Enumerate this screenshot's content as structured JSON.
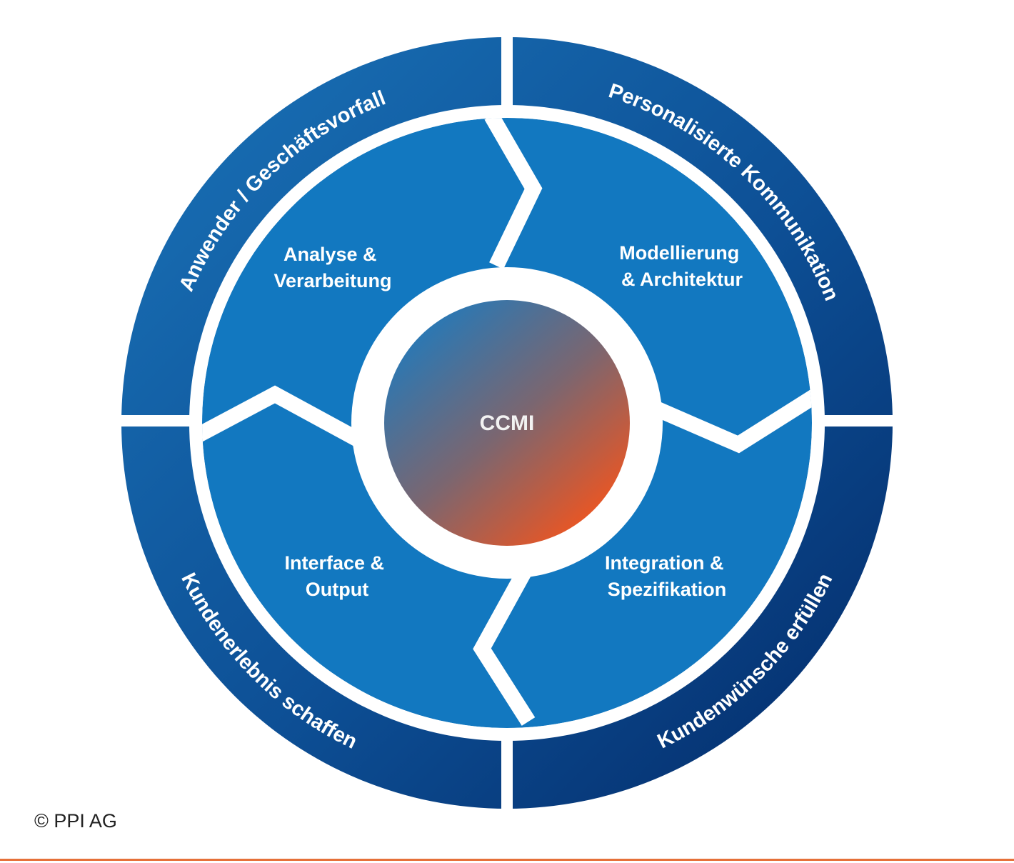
{
  "center": {
    "label": "CCMI"
  },
  "inner_segments": {
    "top_left": {
      "line1": "Analyse &",
      "line2": "Verarbeitung"
    },
    "top_right": {
      "line1": "Modellierung",
      "line2": "& Architektur"
    },
    "bottom_left": {
      "line1": "Interface &",
      "line2": "Output"
    },
    "bottom_right": {
      "line1": "Integration &",
      "line2": "Spezifikation"
    }
  },
  "outer_segments": {
    "top_left": "Anwender / Geschäftsvorfall",
    "top_right": "Personalisierte Kommunikation",
    "bottom_left": "Kundenerlebnis schaffen",
    "bottom_right": "Kundenwünsche erfüllen"
  },
  "footer": {
    "copyright": "© PPI AG"
  },
  "colors": {
    "inner_blue": "#1278c0",
    "outer_blue_light": "#1a73b8",
    "outer_blue_dark": "#032a68",
    "center_orange": "#e8541f",
    "center_blue": "#2a78b4",
    "accent_line": "#e6713a"
  }
}
